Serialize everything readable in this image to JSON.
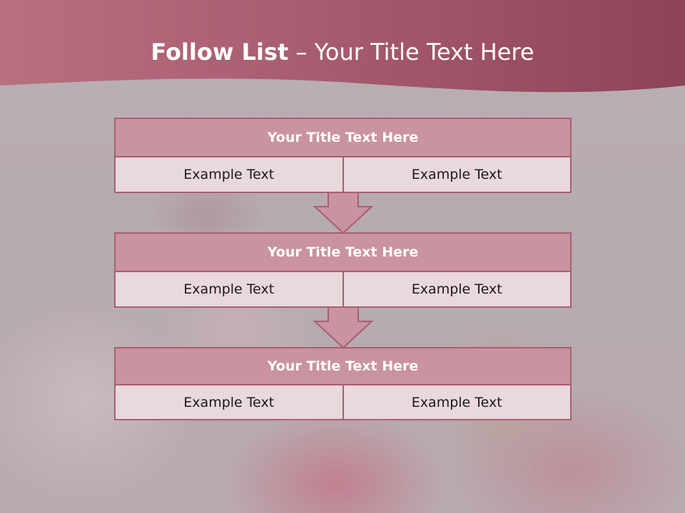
{
  "slide": {
    "title_bold": "Follow List",
    "title_rest": " – Your Title Text Here"
  },
  "list": {
    "items": [
      {
        "title": "Your Title Text Here",
        "left": "Example Text",
        "right": "Example Text"
      },
      {
        "title": "Your Title Text Here",
        "left": "Example Text",
        "right": "Example Text"
      },
      {
        "title": "Your Title Text Here",
        "left": "Example Text",
        "right": "Example Text"
      }
    ]
  },
  "colors": {
    "header": "#a0556a",
    "block_head": "#c9939f",
    "block_border": "#a85f70",
    "cell_fill": "#e9d8dc",
    "arrow": "#c9939f"
  }
}
